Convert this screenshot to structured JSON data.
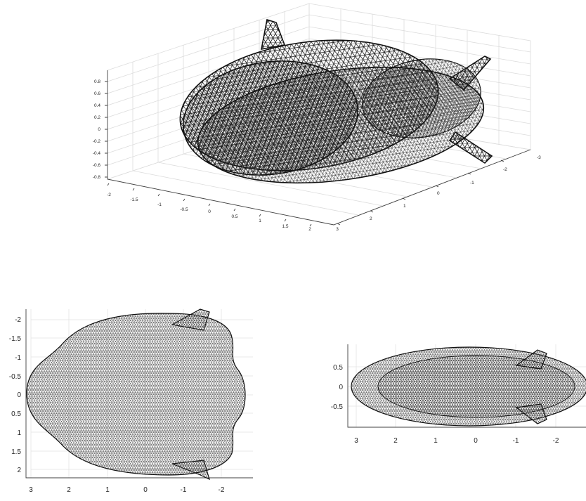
{
  "figure": {
    "background": "#ffffff",
    "mesh_color": "#1a1a1a",
    "grid_color": "#dcdcdc",
    "axis_color": "#404040"
  },
  "views": {
    "isometric": {
      "kind": "3d-mesh",
      "z_ticks": [
        "0.8",
        "0.6",
        "0.4",
        "0.2",
        "0",
        "-0.2",
        "-0.4",
        "-0.6",
        "-0.8"
      ],
      "x_ticks": [
        "-2",
        "-1.5",
        "-1",
        "-0.5",
        "0",
        "0.5",
        "1",
        "1.5",
        "2",
        "3"
      ],
      "y_ticks": [
        "-3",
        "-2",
        "-1",
        "0",
        "1",
        "2"
      ]
    },
    "top": {
      "kind": "2d-mesh",
      "y_ticks": [
        "-2",
        "-1.5",
        "-1",
        "-0.5",
        "0",
        "0.5",
        "1",
        "1.5",
        "2"
      ],
      "x_ticks": [
        "3",
        "2",
        "1",
        "0",
        "-1",
        "-2"
      ]
    },
    "side": {
      "kind": "2d-mesh",
      "y_ticks": [
        "0.5",
        "0",
        "-0.5"
      ],
      "x_ticks": [
        "3",
        "2",
        "1",
        "0",
        "-1",
        "-2"
      ]
    }
  }
}
